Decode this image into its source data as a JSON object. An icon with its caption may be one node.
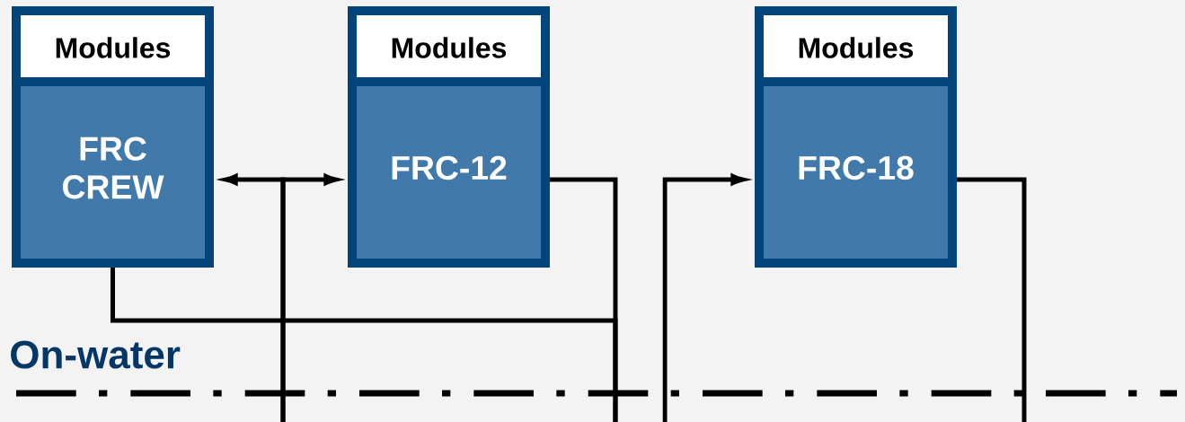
{
  "diagram": {
    "nodes": [
      {
        "text": [
          "Modules",
          "FRC CREW"
        ]
      },
      {
        "text": [
          "Modules",
          "FRC-12"
        ]
      },
      {
        "text": [
          "Modules",
          "FRC-18"
        ]
      }
    ],
    "edges": [
      {
        "from": null,
        "to": 0,
        "arrow": "to"
      },
      {
        "from": null,
        "to": 1,
        "arrow": "to"
      },
      {
        "from": 1,
        "to": null,
        "arrow": "none"
      },
      {
        "from": 0,
        "to": null,
        "arrow": "none"
      },
      {
        "from": null,
        "to": 2,
        "arrow": "to"
      },
      {
        "from": 2,
        "to": null,
        "arrow": "none"
      }
    ],
    "labels": [
      "On-water"
    ]
  }
}
